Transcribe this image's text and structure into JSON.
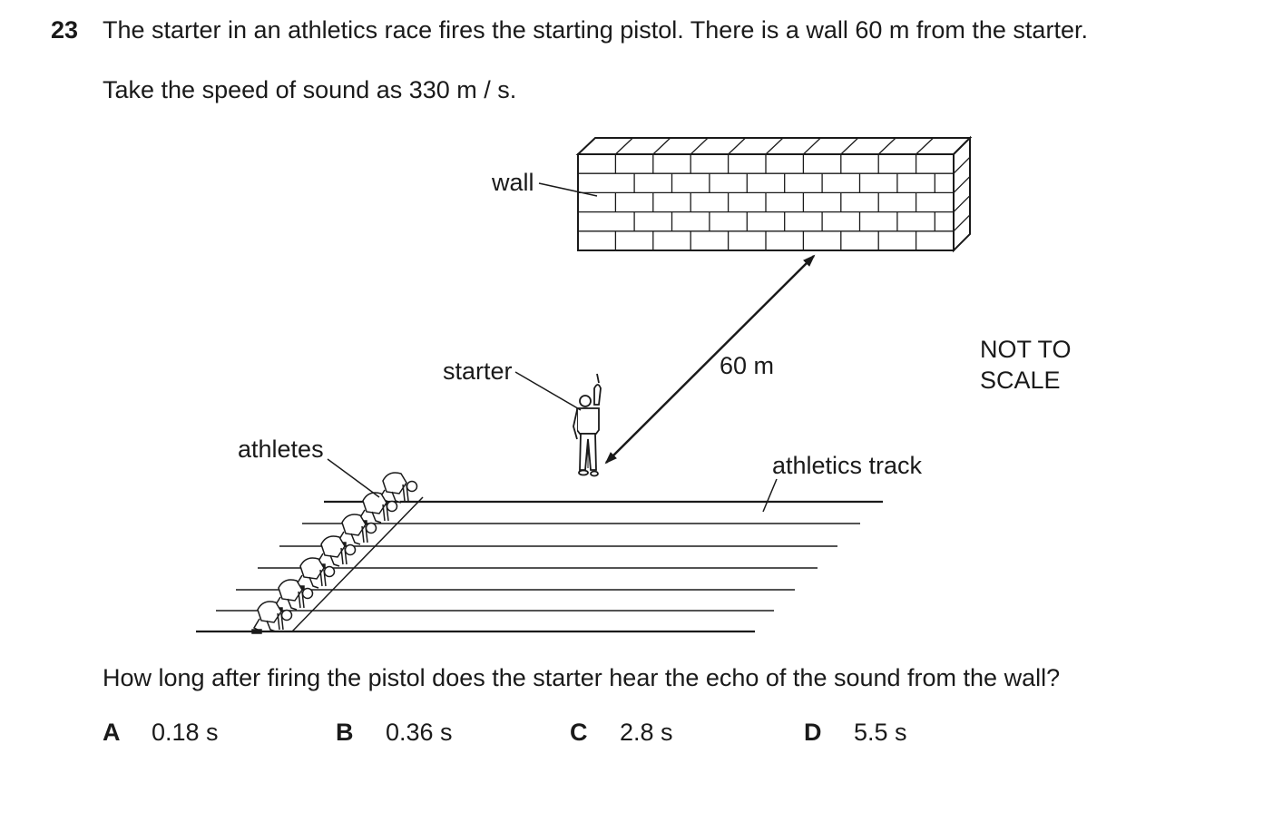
{
  "question": {
    "number": "23",
    "stem_line1": "The starter in an athletics race fires the starting pistol. There is a wall 60 m from the starter.",
    "stem_line2": "Take the speed of sound as 330 m / s.",
    "prompt": "How long after firing the pistol does the starter hear the echo of the sound from the wall?"
  },
  "diagram": {
    "labels": {
      "wall": "wall",
      "starter": "starter",
      "distance": "60 m",
      "athletes": "athletes",
      "track": "athletics track",
      "scale_note_1": "NOT TO",
      "scale_note_2": "SCALE"
    }
  },
  "options": [
    {
      "letter": "A",
      "value": "0.18 s"
    },
    {
      "letter": "B",
      "value": "0.36 s"
    },
    {
      "letter": "C",
      "value": "2.8 s"
    },
    {
      "letter": "D",
      "value": "5.5 s"
    }
  ]
}
